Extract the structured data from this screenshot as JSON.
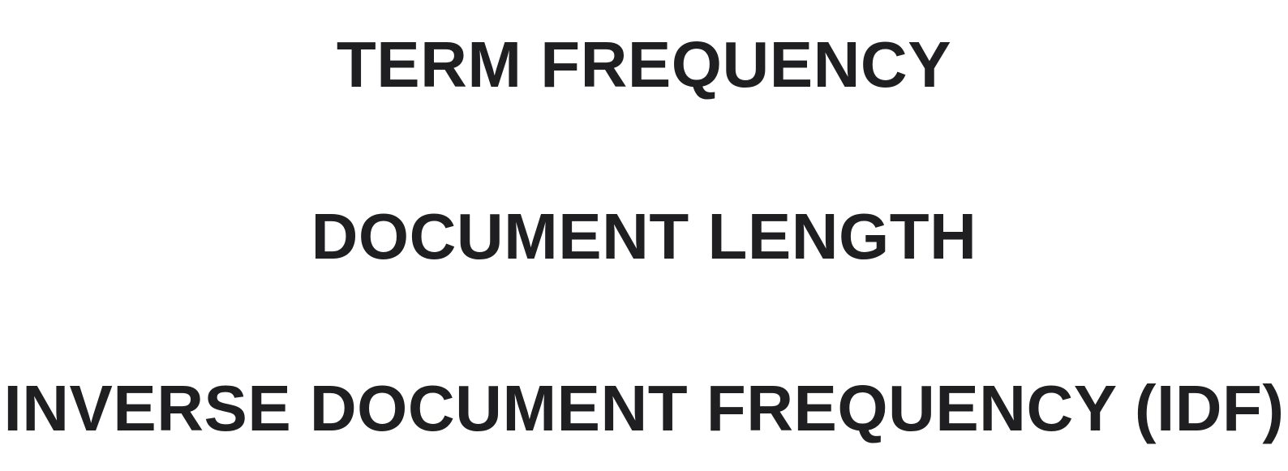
{
  "lines": [
    {
      "text": "TERM FREQUENCY"
    },
    {
      "text": "DOCUMENT LENGTH"
    },
    {
      "text": "INVERSE DOCUMENT FREQUENCY (IDF)"
    }
  ],
  "colors": {
    "text": "#1f1f21",
    "background": "#ffffff"
  }
}
